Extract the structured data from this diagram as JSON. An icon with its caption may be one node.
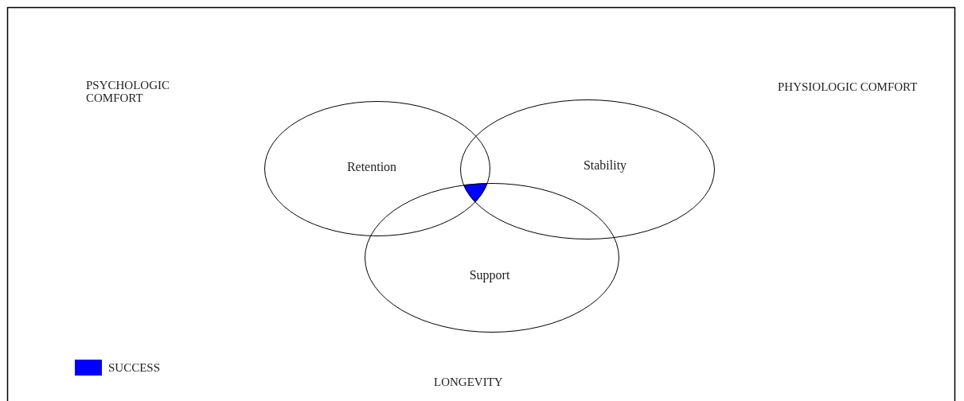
{
  "diagram": {
    "nodes": [
      {
        "text": [
          "Retention"
        ]
      },
      {
        "text": [
          "Stability"
        ]
      },
      {
        "text": [
          "Support"
        ]
      }
    ],
    "labels": [
      "PSYCHOLOGIC COMFORT",
      "PHYSIOLOGIC COMFORT",
      "LONGEVITY"
    ],
    "legend": [
      {
        "text": "SUCCESS",
        "color": "#0000ff"
      }
    ]
  }
}
